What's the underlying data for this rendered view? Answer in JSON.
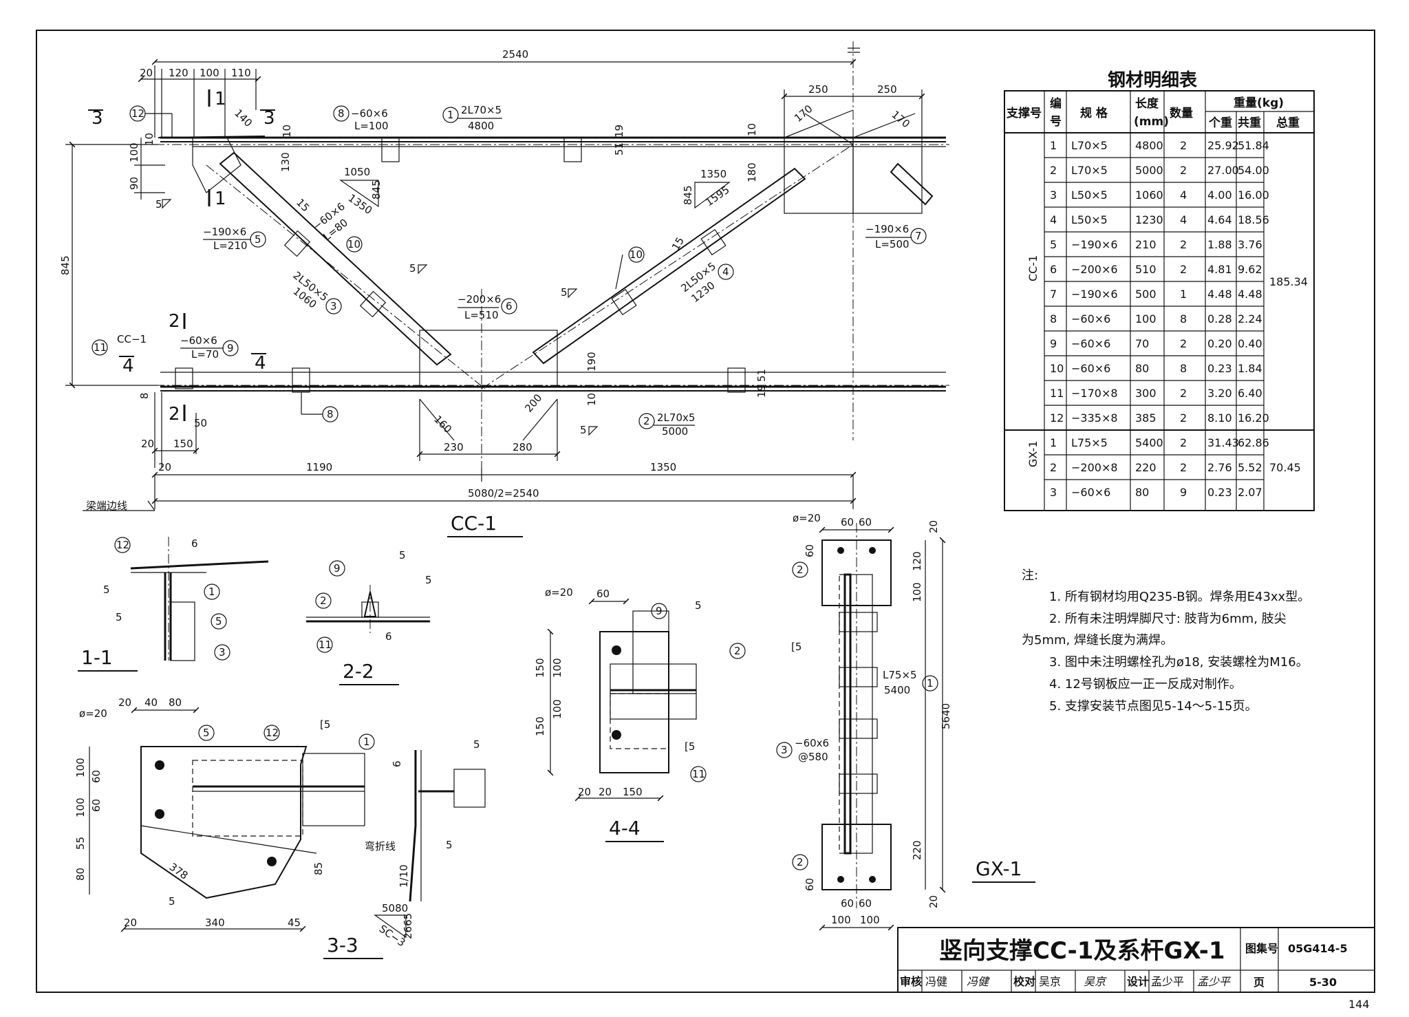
{
  "drawing": {
    "main_title": "竖向支撑CC-1及系杆GX-1",
    "atlas_label": "图集号",
    "atlas_no": "05G414-5",
    "page_label": "页",
    "page_no": "5-30",
    "sheet_number": "144",
    "title_block": {
      "review_label": "审核",
      "review_name": "冯健",
      "review_sign": "冯健",
      "check_label": "校对",
      "check_name": "吴京",
      "check_sign": "吴京",
      "design_label": "设计",
      "design_name": "孟少平",
      "design_sign": "孟少平"
    }
  },
  "views": {
    "cc1": "CC-1",
    "gx1": "GX-1",
    "s11": "1-1",
    "s22": "2-2",
    "s33": "3-3",
    "s44": "4-4",
    "beam_edge_label": "梁端边线",
    "bend_line_label": "弯折线"
  },
  "table": {
    "title": "钢材明细表",
    "headers": {
      "brace_no": "支撑号",
      "item_no_a": "编",
      "item_no_b": "号",
      "spec": "规  格",
      "length_a": "长度",
      "length_b": "(mm)",
      "qty": "数量",
      "weight": "重量(kg)",
      "unit": "个重",
      "sum": "共重",
      "total": "总重"
    },
    "groups": [
      {
        "name": "CC-1",
        "total": "185.34",
        "rows": [
          {
            "no": "1",
            "spec": "L70×5",
            "len": "4800",
            "qty": "2",
            "unit": "25.92",
            "sum": "51.84"
          },
          {
            "no": "2",
            "spec": "L70×5",
            "len": "5000",
            "qty": "2",
            "unit": "27.00",
            "sum": "54.00"
          },
          {
            "no": "3",
            "spec": "L50×5",
            "len": "1060",
            "qty": "4",
            "unit": "4.00",
            "sum": "16.00"
          },
          {
            "no": "4",
            "spec": "L50×5",
            "len": "1230",
            "qty": "4",
            "unit": "4.64",
            "sum": "18.56"
          },
          {
            "no": "5",
            "spec": "−190×6",
            "len": "210",
            "qty": "2",
            "unit": "1.88",
            "sum": "3.76"
          },
          {
            "no": "6",
            "spec": "−200×6",
            "len": "510",
            "qty": "2",
            "unit": "4.81",
            "sum": "9.62"
          },
          {
            "no": "7",
            "spec": "−190×6",
            "len": "500",
            "qty": "1",
            "unit": "4.48",
            "sum": "4.48"
          },
          {
            "no": "8",
            "spec": "−60×6",
            "len": "100",
            "qty": "8",
            "unit": "0.28",
            "sum": "2.24"
          },
          {
            "no": "9",
            "spec": "−60×6",
            "len": "70",
            "qty": "2",
            "unit": "0.20",
            "sum": "0.40"
          },
          {
            "no": "10",
            "spec": "−60×6",
            "len": "80",
            "qty": "8",
            "unit": "0.23",
            "sum": "1.84"
          },
          {
            "no": "11",
            "spec": "−170×8",
            "len": "300",
            "qty": "2",
            "unit": "3.20",
            "sum": "6.40"
          },
          {
            "no": "12",
            "spec": "−335×8",
            "len": "385",
            "qty": "2",
            "unit": "8.10",
            "sum": "16.20"
          }
        ]
      },
      {
        "name": "GX-1",
        "total": "70.45",
        "rows": [
          {
            "no": "1",
            "spec": "L75×5",
            "len": "5400",
            "qty": "2",
            "unit": "31.43",
            "sum": "62.86"
          },
          {
            "no": "2",
            "spec": "−200×8",
            "len": "220",
            "qty": "2",
            "unit": "2.76",
            "sum": "5.52"
          },
          {
            "no": "3",
            "spec": "−60×6",
            "len": "80",
            "qty": "9",
            "unit": "0.23",
            "sum": "2.07"
          }
        ]
      }
    ]
  },
  "notes": {
    "heading": "注:",
    "lines": [
      "1. 所有钢材均用Q235-B钢。焊条用E43xx型。",
      "2. 所有未注明焊脚尺寸: 肢背为6mm, 肢尖",
      "为5mm, 焊缝长度为满焊。",
      "3. 图中未注明螺栓孔为ø18, 安装螺栓为M16。",
      "4. 12号钢板应一正一反成对制作。",
      "5. 支撑安装节点图见5-14～5-15页。"
    ]
  },
  "cc1_dims": {
    "top_2540": "2540",
    "d20a": "20",
    "d120": "120",
    "d100": "100",
    "d110": "110",
    "d250a": "250",
    "d250b": "250",
    "d170a": "170",
    "d170b": "170",
    "d140": "140",
    "d845": "845",
    "d10": "10",
    "d100v": "100",
    "d90": "90",
    "d130": "130",
    "d10b": "10",
    "d51a": "51",
    "d19a": "19",
    "d180": "180",
    "d190": "190",
    "d10c": "10",
    "d19b": "19",
    "d51b": "51",
    "d160": "160",
    "d200": "200",
    "d230": "230",
    "d280": "280",
    "d20b": "20",
    "d150": "150",
    "d50": "50",
    "d20c": "20",
    "d1190": "1190",
    "d1350": "1350",
    "d5080": "5080/2=2540",
    "d15a": "15",
    "d15b": "15",
    "d8": "8",
    "d10d": "10",
    "slope1_a": "1050",
    "slope1_b": "1350",
    "slope1_c": "845",
    "slope2_a": "1350",
    "slope2_b": "845",
    "slope2_c": "1595"
  },
  "cc1_labels": {
    "m8": "−60×6",
    "m8l": "L=100",
    "m1": "2L70×5",
    "m1l": "4800",
    "m10": "−60×6",
    "m10l": "L=80",
    "m5": "−190×6",
    "m5l": "L=210",
    "m3": "2L50×5",
    "m3l": "1060",
    "m6": "−200×6",
    "m6l": "L=510",
    "m4": "2L50×5",
    "m4l": "1230",
    "m7": "−190×6",
    "m7l": "L=500",
    "m9": "−60×6",
    "m9l": "L=70",
    "m2": "2L70x5",
    "m2l": "5000",
    "cc1ref": "CC−1",
    "sec1": "1",
    "sec2": "2",
    "sec3": "3",
    "sec4": "4"
  },
  "balloons": [
    "1",
    "2",
    "3",
    "4",
    "5",
    "6",
    "7",
    "8",
    "9",
    "10",
    "11",
    "12"
  ],
  "weld": {
    "w5": "5",
    "w6": "6"
  },
  "gx1_dims": {
    "phi20": "ø=20",
    "d60a": "60",
    "d60b": "60",
    "d20a": "20",
    "d120": "120",
    "d100": "100",
    "d5640": "5640",
    "d220": "220",
    "d60c": "60",
    "d20b": "20",
    "d60d": "60",
    "d60e": "60",
    "d100b": "100",
    "d100c": "100",
    "c5": "[5",
    "spec1": "L75×5",
    "spec1l": "5400",
    "spec3": "−60x6",
    "spec3l": "@580"
  },
  "sec44": {
    "phi20": "ø=20",
    "d60": "60",
    "d150a": "150",
    "d100a": "100",
    "d100b": "100",
    "d150b": "150",
    "d20": "20",
    "d20b": "20",
    "d150c": "150",
    "c5": "[5"
  },
  "sec33": {
    "phi20": "ø=20",
    "d20": "20",
    "d40": "40",
    "d80": "80",
    "d100a": "100",
    "d60a": "60",
    "d60b": "60",
    "d100b": "100",
    "d55": "55",
    "d80b": "80",
    "d378": "378",
    "d85": "85",
    "d20b": "20",
    "d340": "340",
    "d45": "45",
    "c5": "[5",
    "slope": "1/10",
    "sa": "5080",
    "sb": "2665",
    "sc": "SC−3"
  }
}
